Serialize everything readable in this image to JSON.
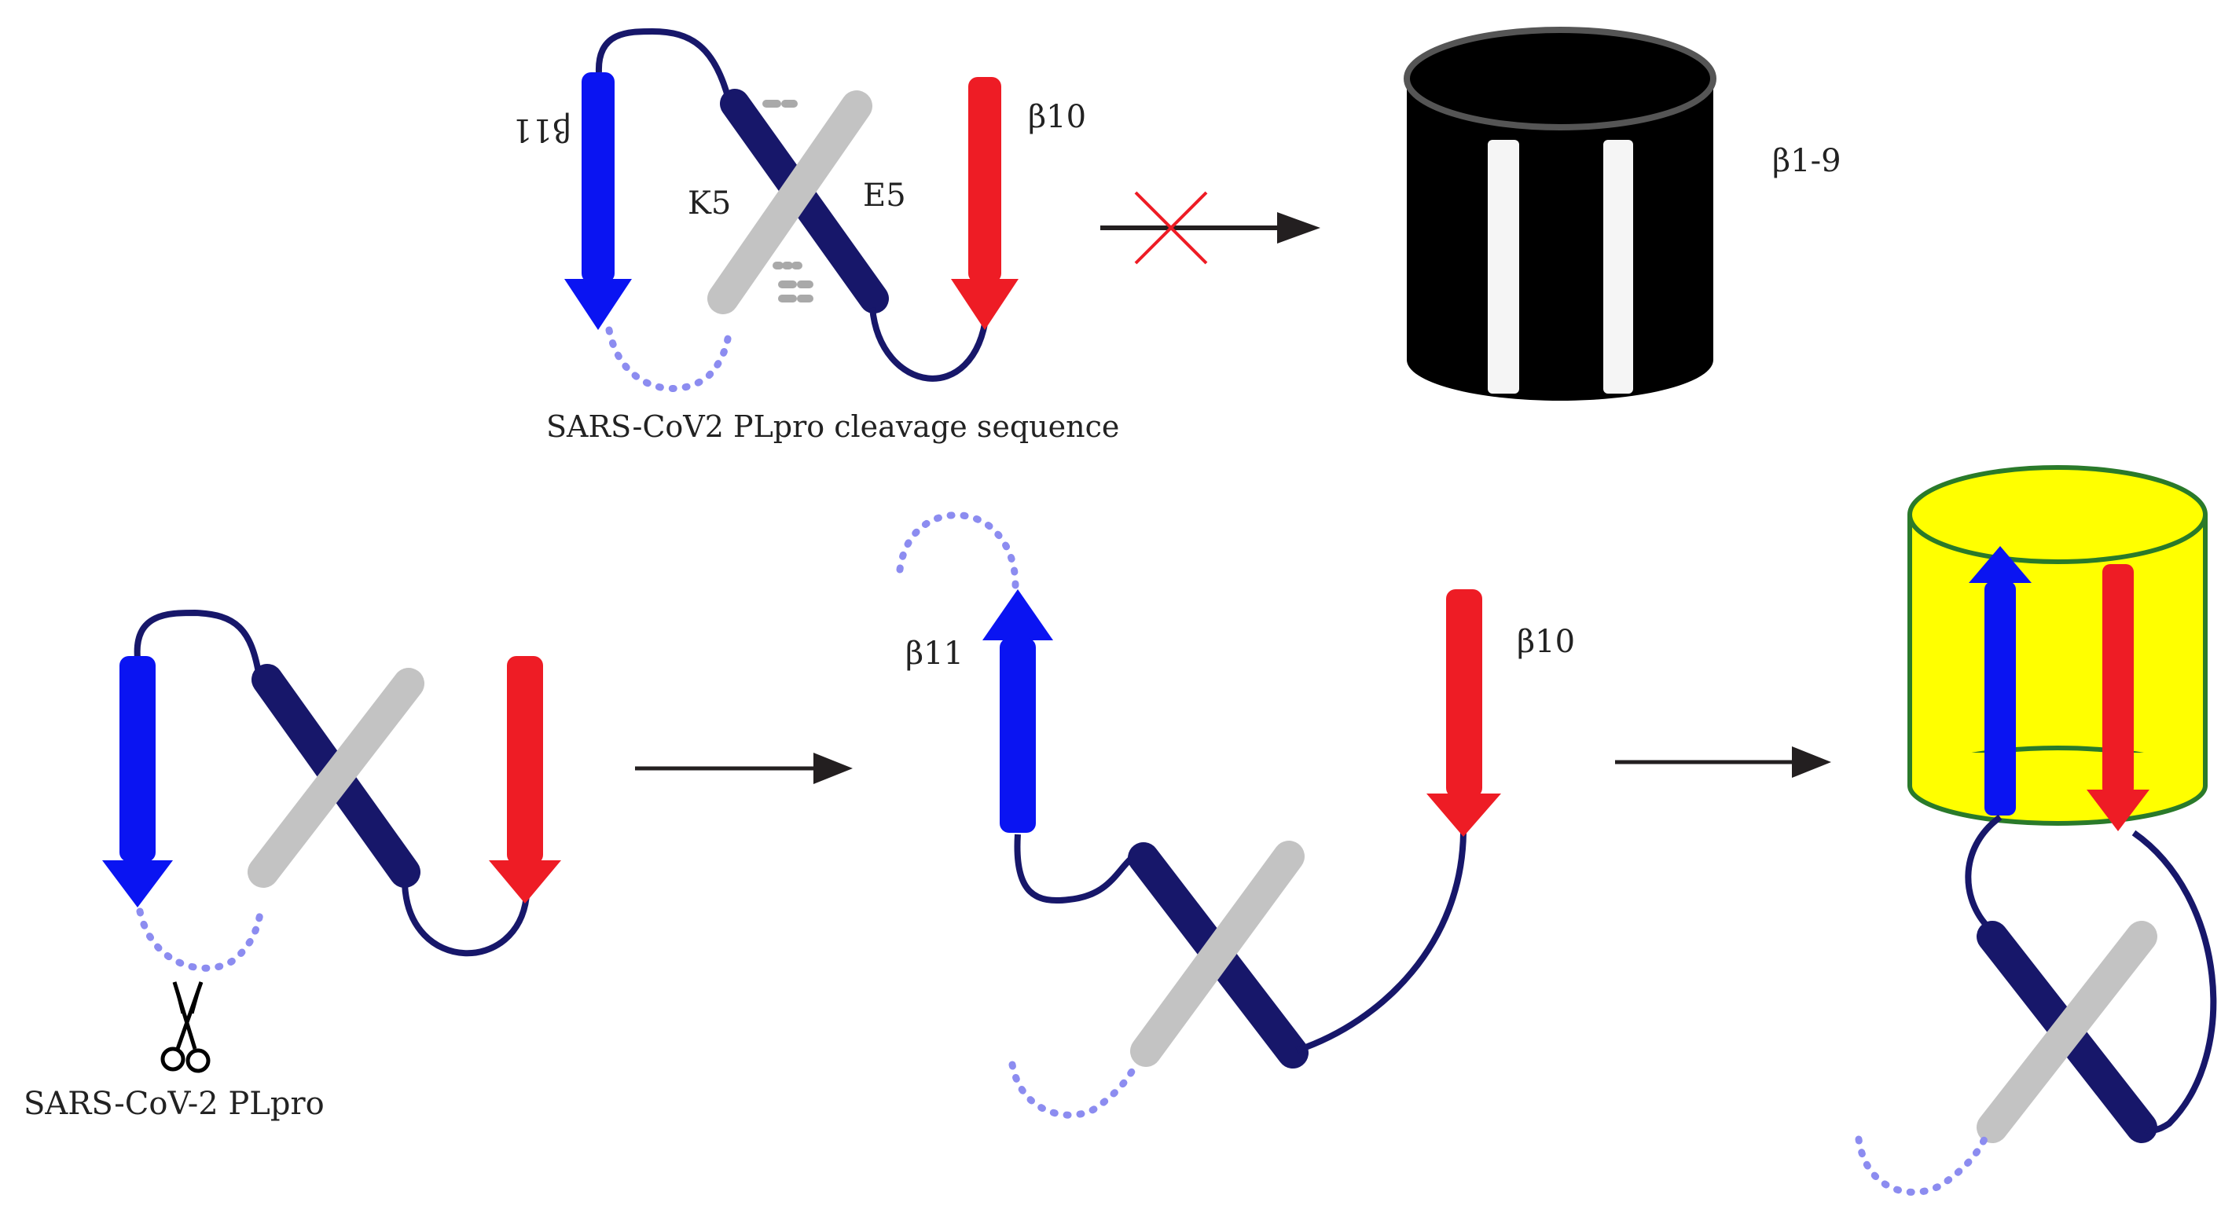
{
  "labels": {
    "top_beta11_mirrored": "β11",
    "top_beta10": "β10",
    "top_k5": "K5",
    "top_e5": "E5",
    "top_caption": "SARS-CoV2 PLpro cleavage sequence",
    "barrel_label": "β1-9",
    "mid_beta11": "β11",
    "mid_beta10": "β10",
    "protease_label": "SARS-CoV-2 PLpro"
  },
  "colors": {
    "beta11": "#0a14f2",
    "beta10": "#ee1c25",
    "helix_k5": "#17176a",
    "helix_e5": "#c3c3c3",
    "linker": "#17176a",
    "cleavage_dots": "#8c8cf0",
    "black_barrel": "#000000",
    "gfp_barrel_fill": "#ffff00",
    "gfp_barrel_edge": "#2a7a2a",
    "arrow": "#231f20",
    "cross": "#ee1c25"
  },
  "icons": {
    "scissors": "scissors-icon",
    "blocked": "cross-icon"
  }
}
